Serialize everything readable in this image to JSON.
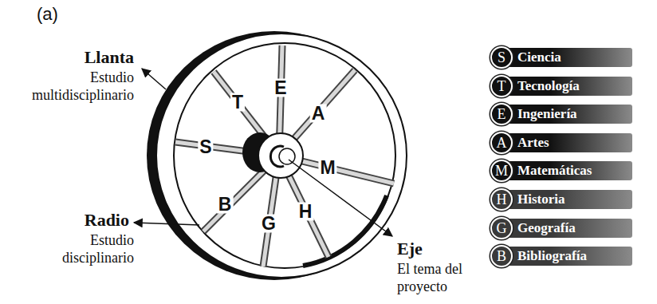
{
  "diagram": {
    "labels": [
      "(a)",
      "Llanta",
      "Estudio multidisciplinario",
      "Radio",
      "Estudio disciplinario",
      "Eje",
      "El tema del proyecto",
      "T",
      "E",
      "A",
      "S",
      "M",
      "B",
      "G",
      "H",
      "S",
      "T",
      "E",
      "A",
      "M",
      "H",
      "G",
      "B"
    ],
    "legend": [
      {
        "text": "Ciencia",
        "color": "#111111"
      },
      {
        "text": "Tecnología",
        "color": "#111111"
      },
      {
        "text": "Ingeniería",
        "color": "#111111"
      },
      {
        "text": "Artes",
        "color": "#111111"
      },
      {
        "text": "Matemáticas",
        "color": "#111111"
      },
      {
        "text": "Historia",
        "color": "#3a3a3a"
      },
      {
        "text": "Geografía",
        "color": "#3a3a3a"
      },
      {
        "text": "Bibliografía",
        "color": "#3a3a3a"
      }
    ]
  }
}
